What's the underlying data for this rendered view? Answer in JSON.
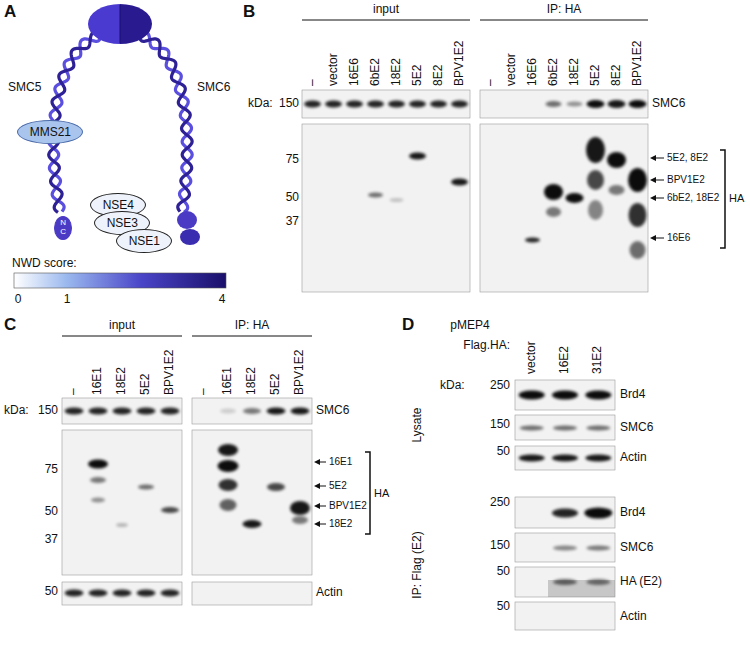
{
  "diagram": {
    "nodes": [
      {
        "text": [
          "MMS21"
        ]
      },
      {
        "text": [
          "N",
          "C"
        ]
      },
      {
        "text": [
          "NSE4"
        ]
      },
      {
        "text": [
          "NSE3"
        ]
      },
      {
        "text": [
          "NSE1"
        ]
      }
    ],
    "labels": [
      "A",
      "SMC5",
      "SMC6",
      "NWD score:",
      "0",
      "1",
      "4",
      "B",
      "input",
      "IP: HA",
      "–",
      "vector",
      "16E6",
      "6bE2",
      "18E2",
      "5E2",
      "8E2",
      "BPV1E2",
      "–",
      "vector",
      "16E6",
      "6bE2",
      "18E2",
      "5E2",
      "8E2",
      "BPV1E2",
      "kDa:",
      "150",
      "75",
      "50",
      "37",
      "SMC6",
      "5E2, 8E2",
      "BPV1E2",
      "6bE2, 18E2",
      "16E6",
      "HA",
      "C",
      "input",
      "IP: HA",
      "–",
      "16E1",
      "18E2",
      "5E2",
      "BPV1E2",
      "–",
      "16E1",
      "18E2",
      "5E2",
      "BPV1E2",
      "kDa:",
      "150",
      "75",
      "50",
      "37",
      "50",
      "SMC6",
      "16E1",
      "5E2",
      "BPV1E2",
      "18E2",
      "HA",
      "Actin",
      "D",
      "pMEP4",
      "Flag.HA:",
      "vector",
      "16E2",
      "31E2",
      "Lysate",
      "kDa:",
      "250",
      "150",
      "50",
      "Brd4",
      "SMC6",
      "Actin",
      "IP: Flag (E2)",
      "250",
      "150",
      "50",
      "50",
      "Brd4",
      "SMC6",
      "HA (E2)",
      "Actin"
    ]
  }
}
